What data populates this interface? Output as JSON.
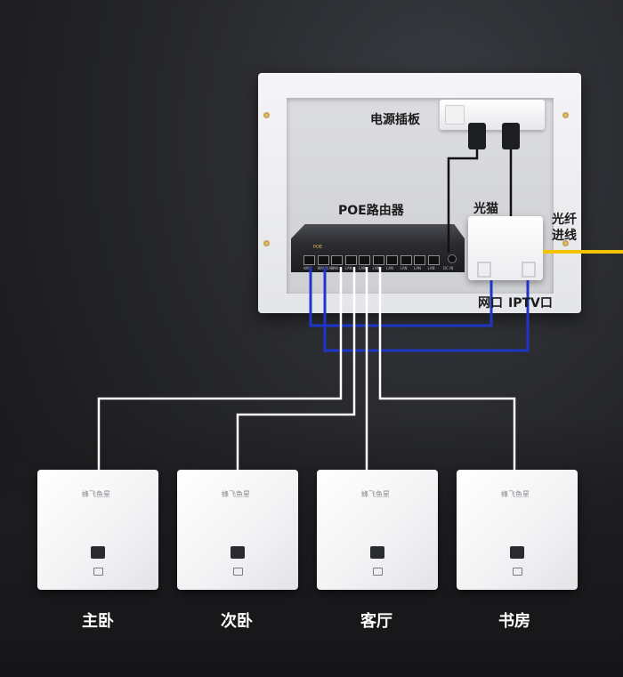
{
  "labels": {
    "power_strip": "电源插板",
    "poe_router": "POE路由器",
    "modem": "光猫",
    "fiber_in": "光纤\n进线",
    "lan_port": "网口",
    "iptv_port": "IPTV口"
  },
  "router": {
    "top_text": "POE",
    "port_labels": [
      "WAN",
      "WAN/LAN",
      "LAN",
      "LAN",
      "LAN",
      "LAN",
      "LAN",
      "LAN",
      "LAN",
      "LAN"
    ],
    "dc_label": "DC IN"
  },
  "panels": [
    {
      "brand": "蜂飞鱼星",
      "room": "主卧"
    },
    {
      "brand": "蜂飞鱼星",
      "room": "次卧"
    },
    {
      "brand": "蜂飞鱼星",
      "room": "客厅"
    },
    {
      "brand": "蜂飞鱼星",
      "room": "书房"
    }
  ],
  "colors": {
    "cable_white": "#ffffff",
    "cable_blue": "#1f35c8",
    "fiber_yellow": "#f5c400",
    "power_black": "#111111"
  }
}
